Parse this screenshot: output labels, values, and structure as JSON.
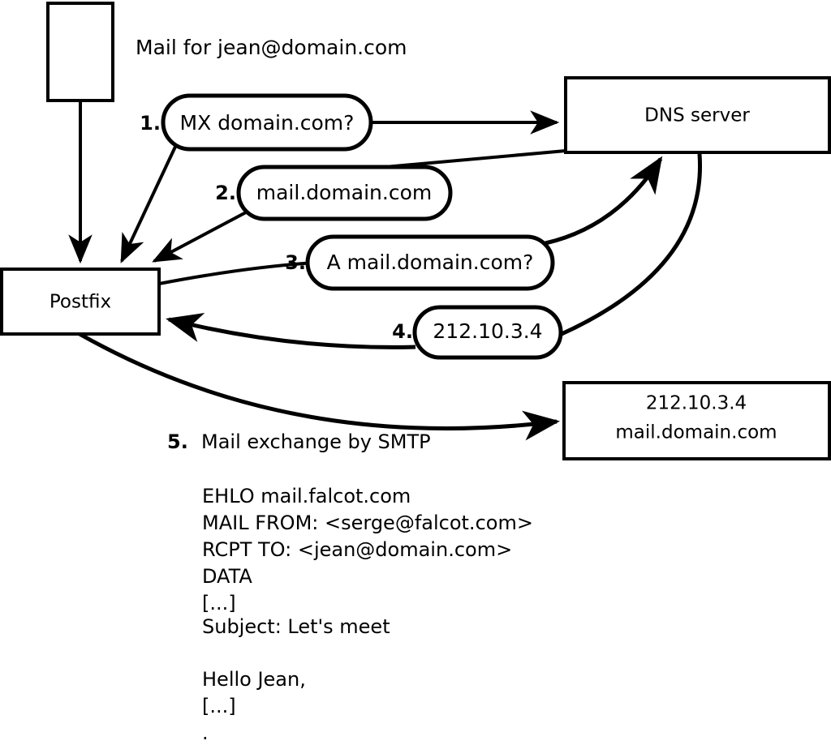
{
  "diagram": {
    "title_text": "Mail for jean@domain.com",
    "nodes": {
      "client_box": {
        "label": ""
      },
      "postfix_box": {
        "label": "Postfix"
      },
      "dns_box": {
        "label": "DNS server"
      },
      "target_box": {
        "line1": "212.10.3.4",
        "line2": "mail.domain.com"
      }
    },
    "steps": [
      {
        "num": "1.",
        "label": "MX domain.com?"
      },
      {
        "num": "2.",
        "label": "mail.domain.com"
      },
      {
        "num": "3.",
        "label": "A mail.domain.com?"
      },
      {
        "num": "4.",
        "label": "212.10.3.4"
      }
    ],
    "smtp": {
      "num": "5.",
      "title": "Mail exchange by SMTP",
      "lines": [
        "EHLO mail.falcot.com",
        "MAIL FROM: <serge@falcot.com>",
        "RCPT TO: <jean@domain.com>",
        "DATA",
        "[...]",
        "Subject: Let's meet",
        "",
        "Hello Jean,",
        "[...]",
        "."
      ]
    },
    "colors": {
      "stroke": "#000000",
      "fill": "#ffffff",
      "text": "#000000"
    }
  }
}
